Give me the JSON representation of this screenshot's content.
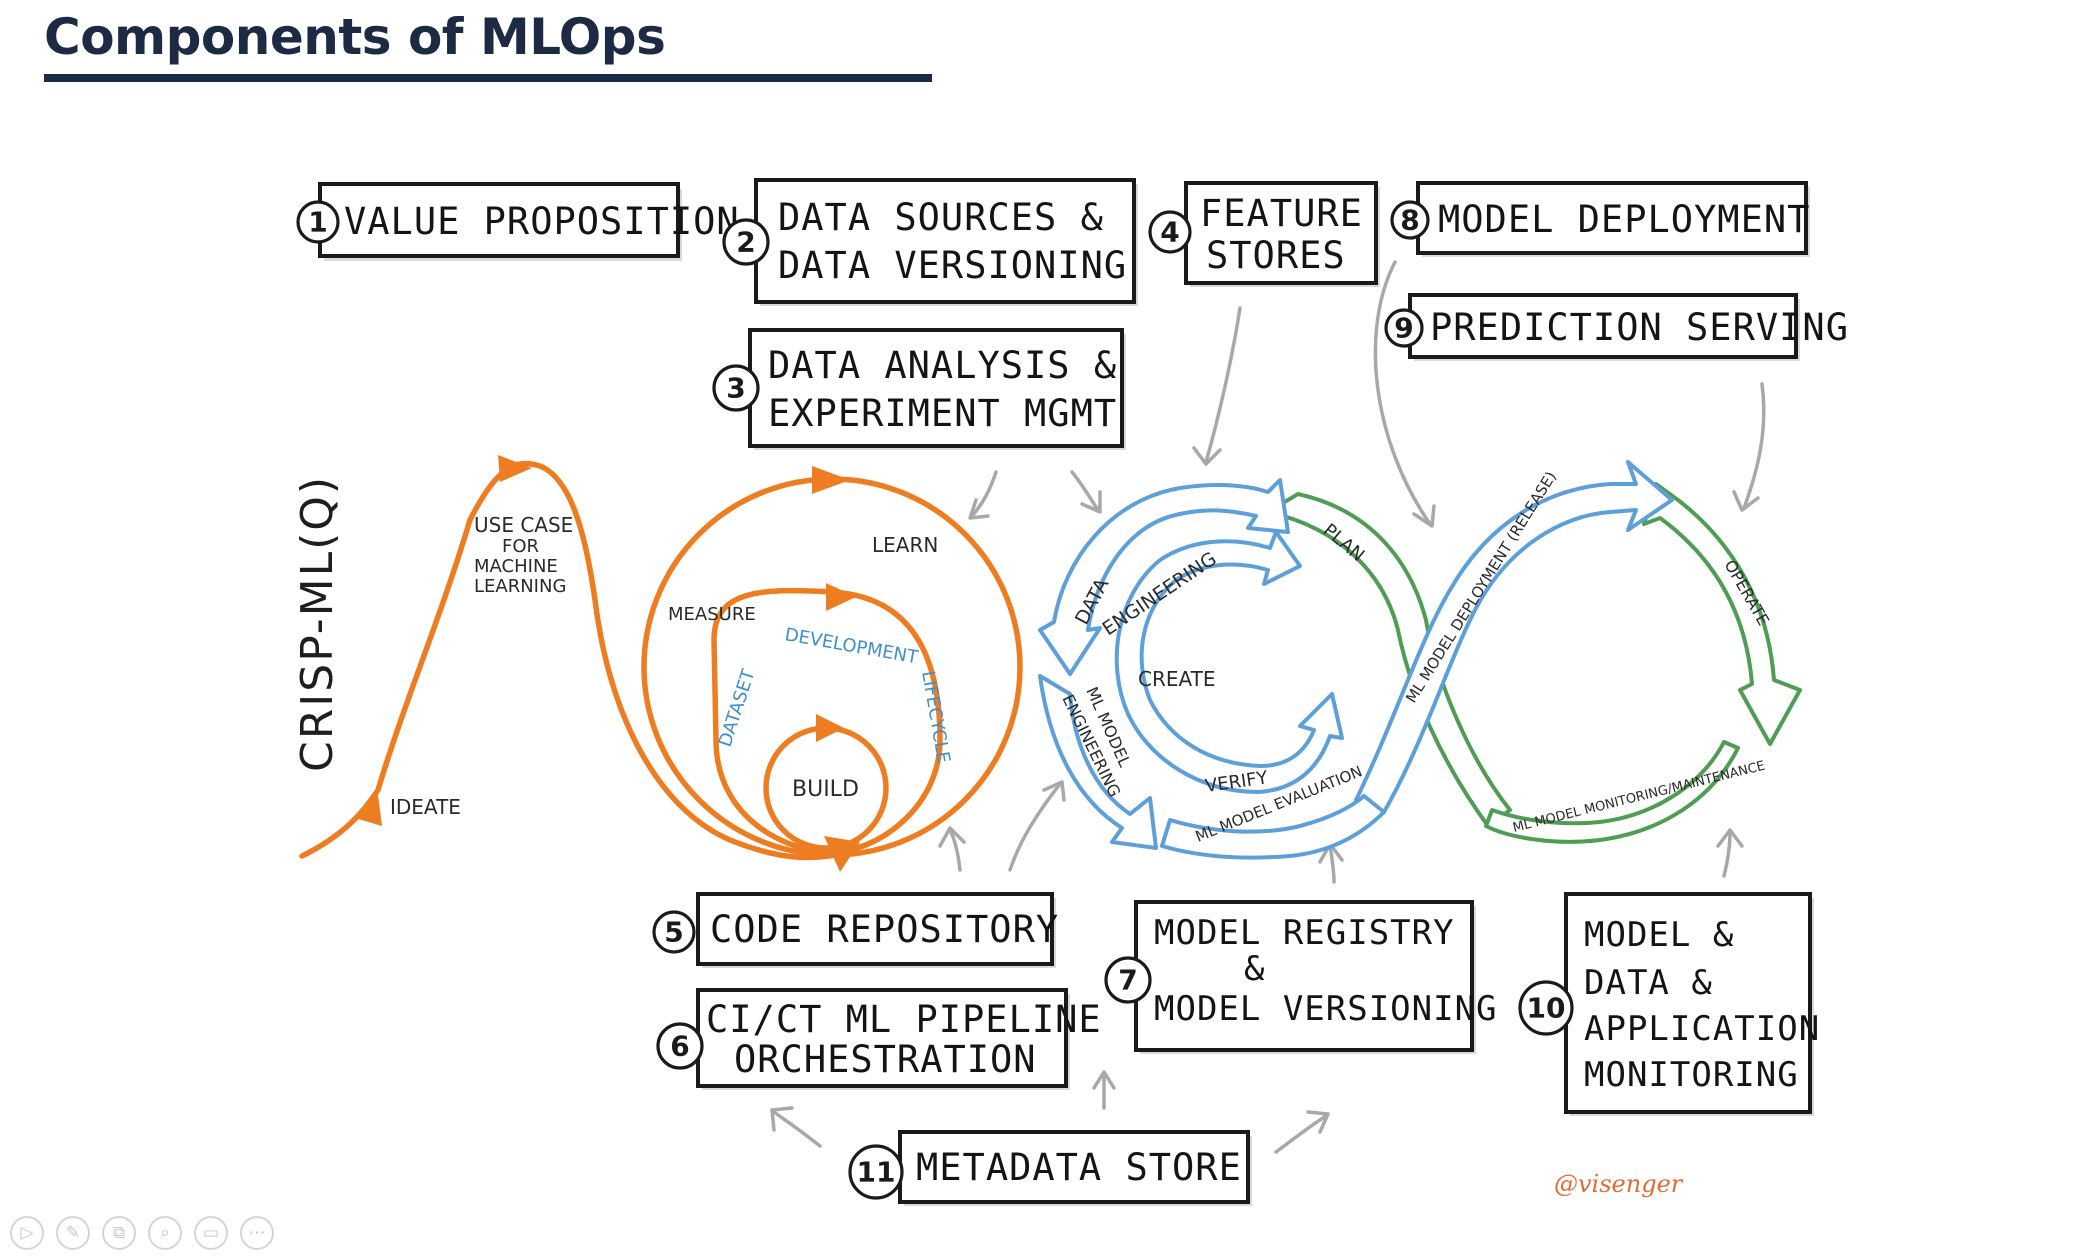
{
  "slide": {
    "title": "Components of MLOps"
  },
  "components": [
    {
      "num": "1",
      "lines": [
        "VALUE PROPOSITION"
      ]
    },
    {
      "num": "2",
      "lines": [
        "DATA SOURCES &",
        "DATA VERSIONING"
      ]
    },
    {
      "num": "3",
      "lines": [
        "DATA ANALYSIS &",
        "EXPERIMENT MGMT"
      ]
    },
    {
      "num": "4",
      "lines": [
        "FEATURE",
        "STORES"
      ]
    },
    {
      "num": "5",
      "lines": [
        "CODE REPOSITORY"
      ]
    },
    {
      "num": "6",
      "lines": [
        "CI/CT ML PIPELINE",
        "ORCHESTRATION"
      ]
    },
    {
      "num": "7",
      "lines": [
        "MODEL REGISTRY",
        "&",
        "MODEL VERSIONING"
      ]
    },
    {
      "num": "8",
      "lines": [
        "MODEL DEPLOYMENT"
      ]
    },
    {
      "num": "9",
      "lines": [
        "PREDICTION SERVING"
      ]
    },
    {
      "num": "10",
      "lines": [
        "MODEL &",
        "DATA &",
        "APPLICATION",
        "MONITORING"
      ]
    },
    {
      "num": "11",
      "lines": [
        "METADATA STORE"
      ]
    }
  ],
  "crisp": {
    "label": "CRISP-ML(Q)",
    "ideate": "IDEATE",
    "use_case": [
      "USE CASE",
      "FOR",
      "MACHINE",
      "LEARNING"
    ],
    "measure": "MEASURE",
    "learn": "LEARN",
    "build": "BUILD",
    "dataset": "DATASET",
    "development": "DEVELOPMENT",
    "lifecycle": "LIFECYCLE"
  },
  "loop": {
    "data_engineering": [
      "DATA",
      "ENGINEERING"
    ],
    "create": "CREATE",
    "ml_model_engineering": [
      "ML MODEL",
      "ENGINEERING"
    ],
    "verify": "VERIFY",
    "ml_model_evaluation": "ML MODEL EVALUATION",
    "plan": "PLAN",
    "ml_model_deployment": "ML MODEL DEPLOYMENT (RELEASE)",
    "operate": "OPERATE",
    "ml_model_monitoring": "ML MODEL MONITORING/MAINTENANCE"
  },
  "colors": {
    "title": "#1c2a44",
    "orange": "#ee7d22",
    "blue": "#5d9fd8",
    "green": "#4f9d54",
    "arrow_grey": "#a8a8a8"
  },
  "signature": "@visenger",
  "toolbar": [
    {
      "icon": "play-icon",
      "glyph": "▷"
    },
    {
      "icon": "pen-icon",
      "glyph": "✎"
    },
    {
      "icon": "slides-icon",
      "glyph": "⧉"
    },
    {
      "icon": "zoom-icon",
      "glyph": "⌕"
    },
    {
      "icon": "subtitles-icon",
      "glyph": "▭"
    },
    {
      "icon": "more-icon",
      "glyph": "⋯"
    }
  ]
}
